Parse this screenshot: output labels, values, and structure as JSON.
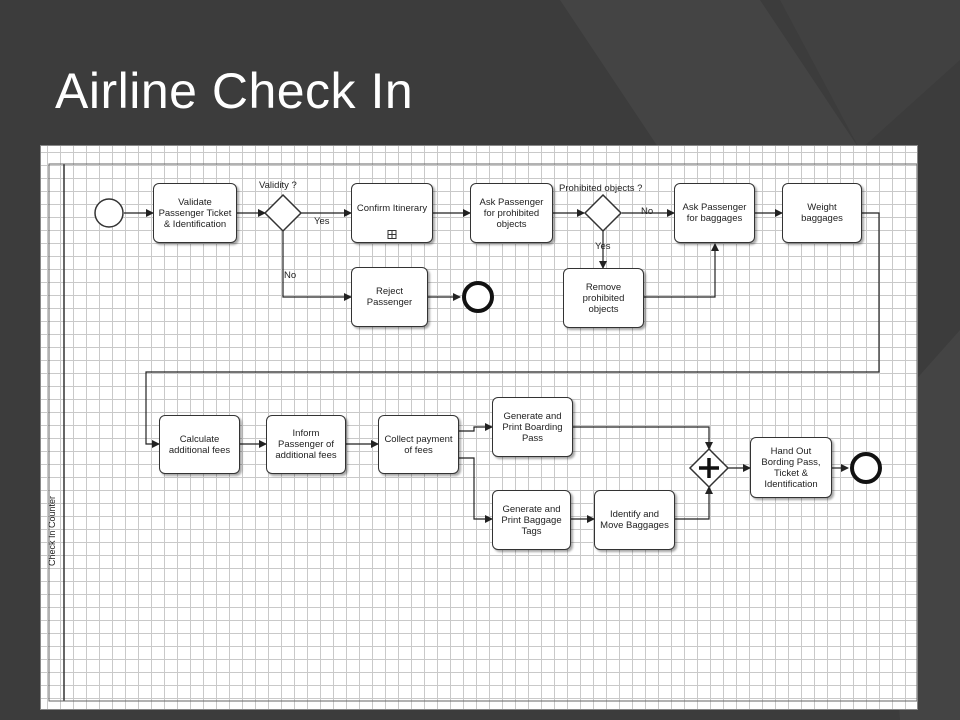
{
  "slide": {
    "title": "Airline Check In"
  },
  "diagram": {
    "lane_label": "Check In Counter",
    "tasks": {
      "validate": "Validate Passenger Ticket & Identification",
      "confirm": "Confirm Itinerary",
      "reject": "Reject Passenger",
      "ask_prohibited": "Ask Passenger for prohibited objects",
      "remove_prohibited": "Remove prohibited objects",
      "ask_baggage": "Ask Passenger for baggages",
      "weight": "Weight baggages",
      "calculate": "Calculate additional fees",
      "inform": "Inform Passenger of additional fees",
      "collect": "Collect payment of fees",
      "print_pass": "Generate and Print Boarding Pass",
      "print_tags": "Generate and Print Baggage Tags",
      "identify": "Identify and Move Baggages",
      "hand_out": "Hand Out Bording Pass, Ticket & Identification"
    },
    "gateways": {
      "validity": "Validity ?",
      "prohibited": "Prohibited objects ?"
    },
    "flow_labels": {
      "validity_yes": "Yes",
      "validity_no": "No",
      "prohibited_no": "No",
      "prohibited_yes": "Yes"
    },
    "colors": {
      "background": "#3c3c3c",
      "canvas": "#ffffff",
      "grid": "#c9c9c9",
      "stroke": "#333333"
    }
  }
}
